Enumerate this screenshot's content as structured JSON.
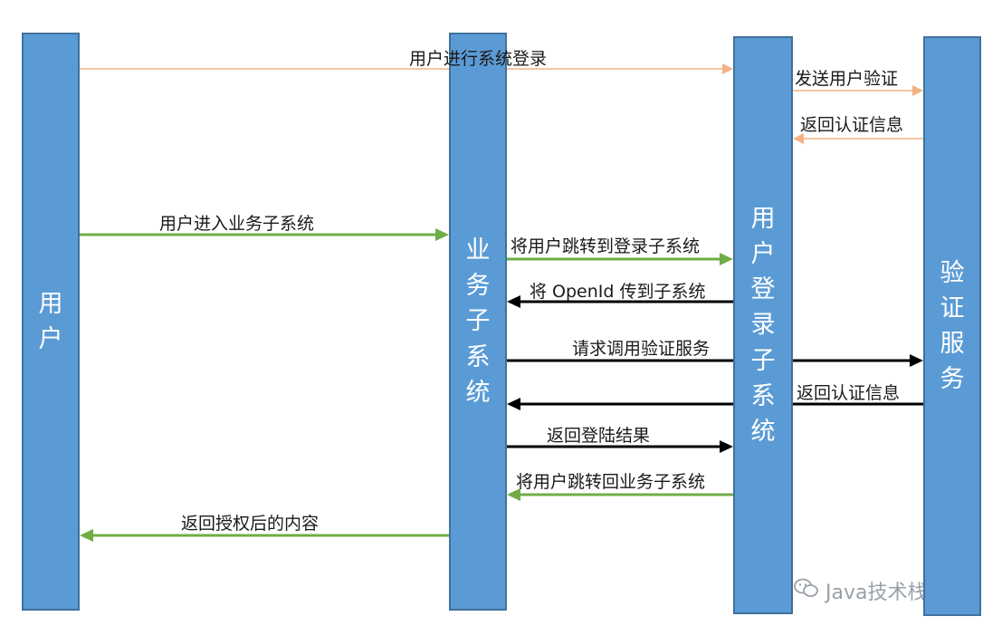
{
  "lanes": {
    "user": "用户",
    "biz": "业务子系统",
    "sso": "用户登录子系统",
    "auth": "验证服务"
  },
  "messages": [
    {
      "label": "用户进行系统登录",
      "from": "user",
      "to": "sso",
      "color": "#f4b183"
    },
    {
      "label": "发送用户验证",
      "from": "sso",
      "to": "auth",
      "color": "#f4b183"
    },
    {
      "label": "返回认证信息",
      "from": "auth",
      "to": "sso",
      "color": "#f4b183"
    },
    {
      "label": "用户进入业务子系统",
      "from": "user",
      "to": "biz",
      "color": "#70ad47"
    },
    {
      "label": "将用户跳转到登录子系统",
      "from": "biz",
      "to": "sso",
      "color": "#70ad47"
    },
    {
      "label": "将 OpenId 传到子系统",
      "from": "sso",
      "to": "biz",
      "color": "#000000"
    },
    {
      "label": "请求调用验证服务",
      "from": "biz",
      "to": "auth",
      "color": "#000000"
    },
    {
      "label": "返回认证信息",
      "from": "auth",
      "to": "biz",
      "color": "#000000"
    },
    {
      "label": "返回登陆结果",
      "from": "biz",
      "to": "sso",
      "color": "#000000"
    },
    {
      "label": "将用户跳转回业务子系统",
      "from": "sso",
      "to": "biz",
      "color": "#70ad47"
    },
    {
      "label": "返回授权后的内容",
      "from": "biz",
      "to": "user",
      "color": "#70ad47"
    }
  ],
  "watermark": "Java技术栈"
}
